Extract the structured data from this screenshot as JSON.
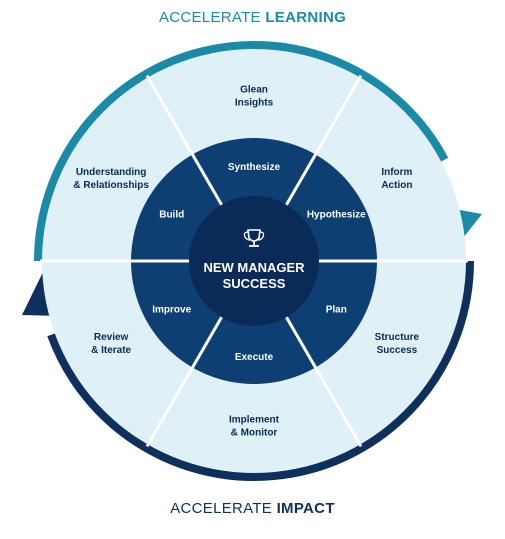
{
  "top_heading": {
    "prefix": "ACCELERATE ",
    "emphasis": "LEARNING"
  },
  "bottom_heading": {
    "prefix": "ACCELERATE ",
    "emphasis": "IMPACT"
  },
  "center": {
    "line1": "NEW MANAGER",
    "line2": "SUCCESS",
    "icon": "trophy-icon"
  },
  "inner_ring": [
    {
      "id": "synthesize",
      "label": "Synthesize"
    },
    {
      "id": "hypothesize",
      "label": "Hypothesize"
    },
    {
      "id": "plan",
      "label": "Plan"
    },
    {
      "id": "execute",
      "label": "Execute"
    },
    {
      "id": "improve",
      "label": "Improve"
    },
    {
      "id": "build",
      "label": "Build"
    }
  ],
  "outer_ring": [
    {
      "id": "glean-insights",
      "lines": [
        "Glean",
        "Insights"
      ]
    },
    {
      "id": "inform-action",
      "lines": [
        "Inform",
        "Action"
      ]
    },
    {
      "id": "structure-success",
      "lines": [
        "Structure",
        "Success"
      ]
    },
    {
      "id": "implement-monitor",
      "lines": [
        "Implement",
        "& Monitor"
      ]
    },
    {
      "id": "review-iterate",
      "lines": [
        "Review",
        "& Iterate"
      ]
    },
    {
      "id": "understanding-relationships",
      "lines": [
        "Understanding",
        "& Relationships"
      ]
    }
  ],
  "colors": {
    "teal_arrow": "#1b8aa6",
    "navy_arrow": "#0f2f5c",
    "outer_fill": "#dff1f7",
    "inner_fill": "#0d3f73",
    "center_fill": "#0a2a57",
    "divider": "#ffffff",
    "outer_text": "#0a2a57",
    "inner_text": "#ffffff"
  }
}
